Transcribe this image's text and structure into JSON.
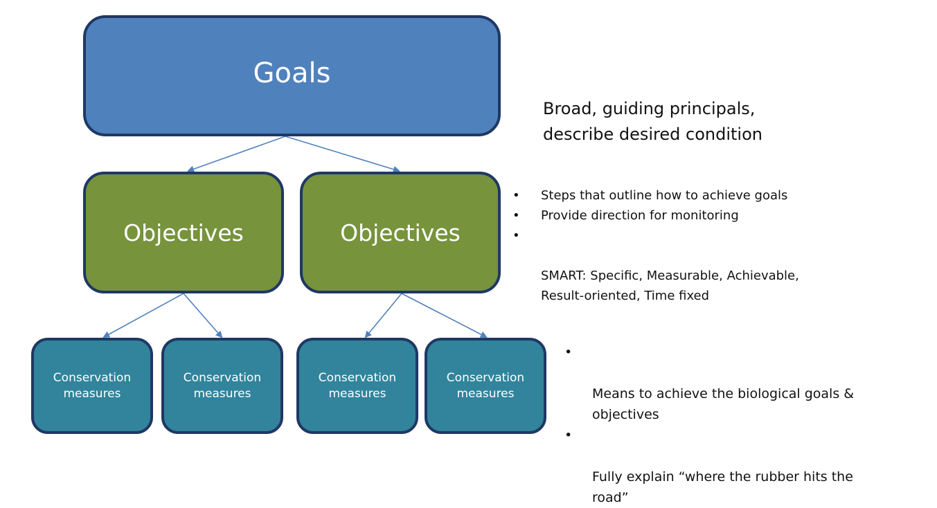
{
  "goals": {
    "label": "Goals",
    "description": "Broad, guiding principals,\ndescribe desired condition"
  },
  "objectives": [
    {
      "label": "Objectives"
    },
    {
      "label": "Objectives"
    }
  ],
  "objectives_notes": [
    "Steps that outline how to achieve goals",
    "Provide direction for monitoring",
    "SMART:  Specific, Measurable, Achievable,\nResult-oriented, Time fixed"
  ],
  "conservation_measures": [
    {
      "label": "Conservation\nmeasures"
    },
    {
      "label": "Conservation\nmeasures"
    },
    {
      "label": "Conservation\nmeasures"
    },
    {
      "label": "Conservation\nmeasures"
    }
  ],
  "measures_notes": [
    "Means to achieve the biological goals &\nobjectives",
    "Fully explain “where the rubber hits the\nroad”"
  ],
  "bullet_symbol": "•",
  "colors": {
    "goal_fill": "#4f81bd",
    "objective_fill": "#77933c",
    "measure_fill": "#31849b",
    "border": "#1f3864",
    "connector": "#4f81bd"
  }
}
